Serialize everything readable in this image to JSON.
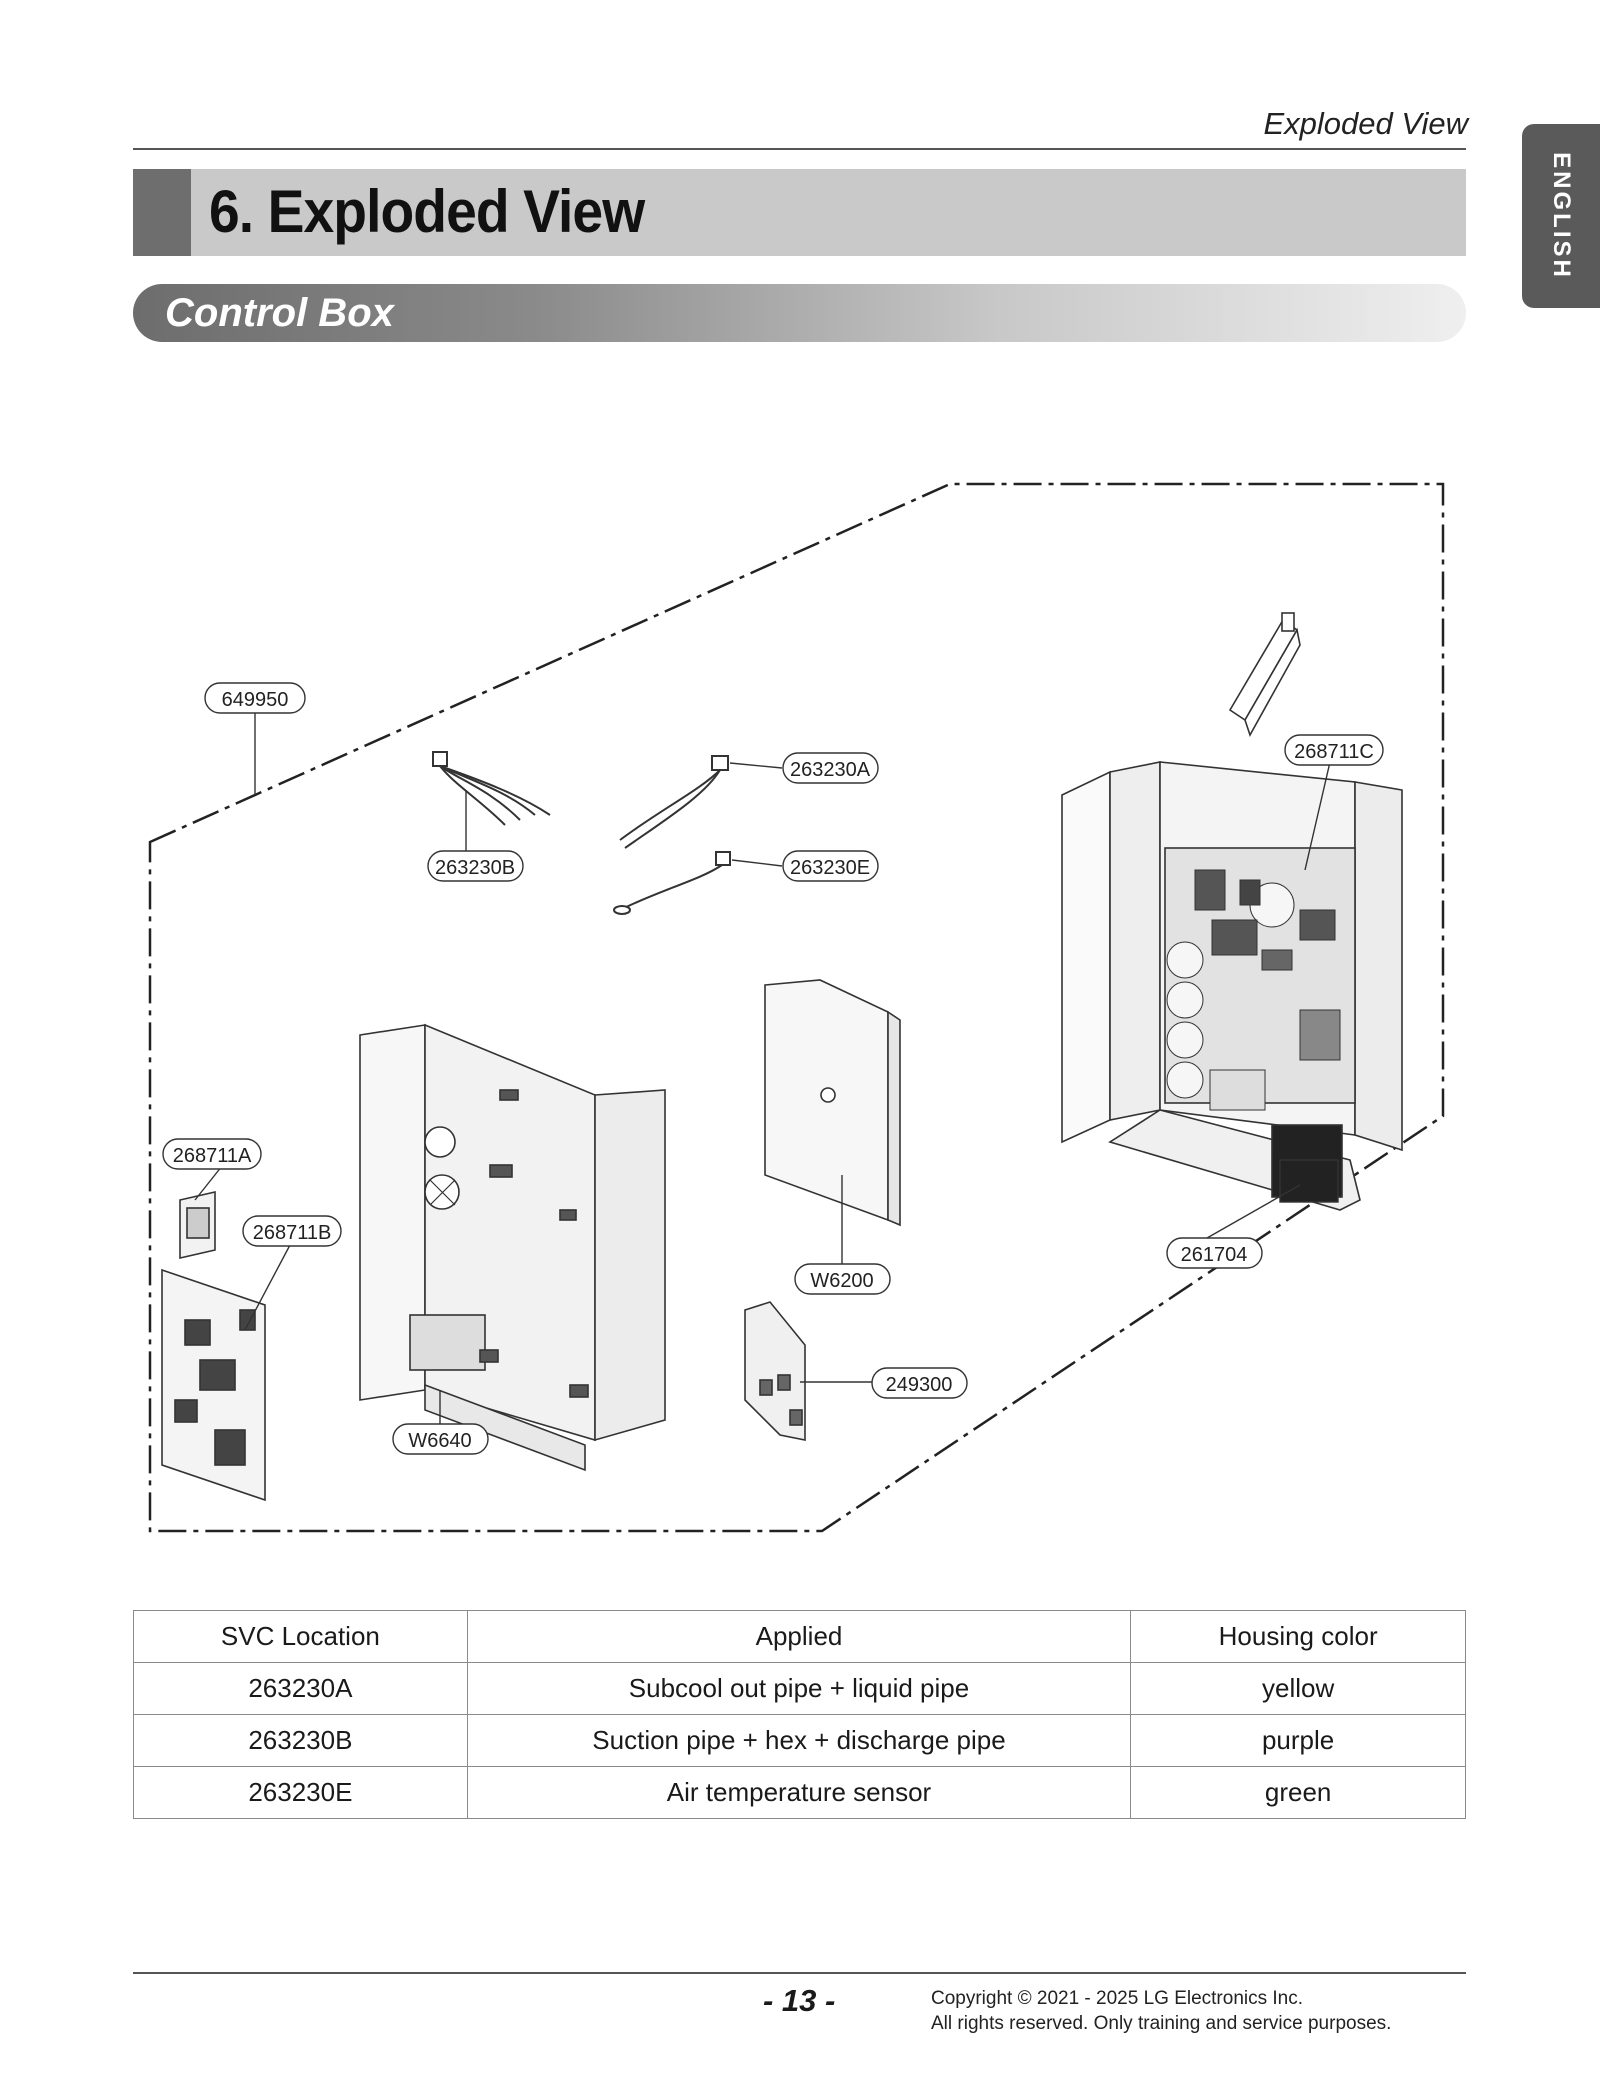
{
  "header": {
    "title": "Exploded View"
  },
  "section": {
    "title": "6. Exploded View"
  },
  "subsection": {
    "title": "Control Box"
  },
  "language_tab": {
    "label": "ENGLISH"
  },
  "callouts": {
    "c649950": "649950",
    "c263230B": "263230B",
    "c263230A": "263230A",
    "c263230E": "263230E",
    "c268711C": "268711C",
    "c268711A": "268711A",
    "c268711B": "268711B",
    "cW6200": "W6200",
    "c261704": "261704",
    "c249300": "249300",
    "cW6640": "W6640"
  },
  "table": {
    "headers": [
      "SVC Location",
      "Applied",
      "Housing color"
    ],
    "rows": [
      [
        "263230A",
        "Subcool out pipe + liquid pipe",
        "yellow"
      ],
      [
        "263230B",
        "Suction pipe + hex + discharge pipe",
        "purple"
      ],
      [
        "263230E",
        "Air temperature sensor",
        "green"
      ]
    ]
  },
  "footer": {
    "page_number": "- 13 -",
    "copyright_line1": "Copyright © 2021 - 2025 LG Electronics Inc.",
    "copyright_line2": "All rights reserved. Only training and service purposes."
  }
}
